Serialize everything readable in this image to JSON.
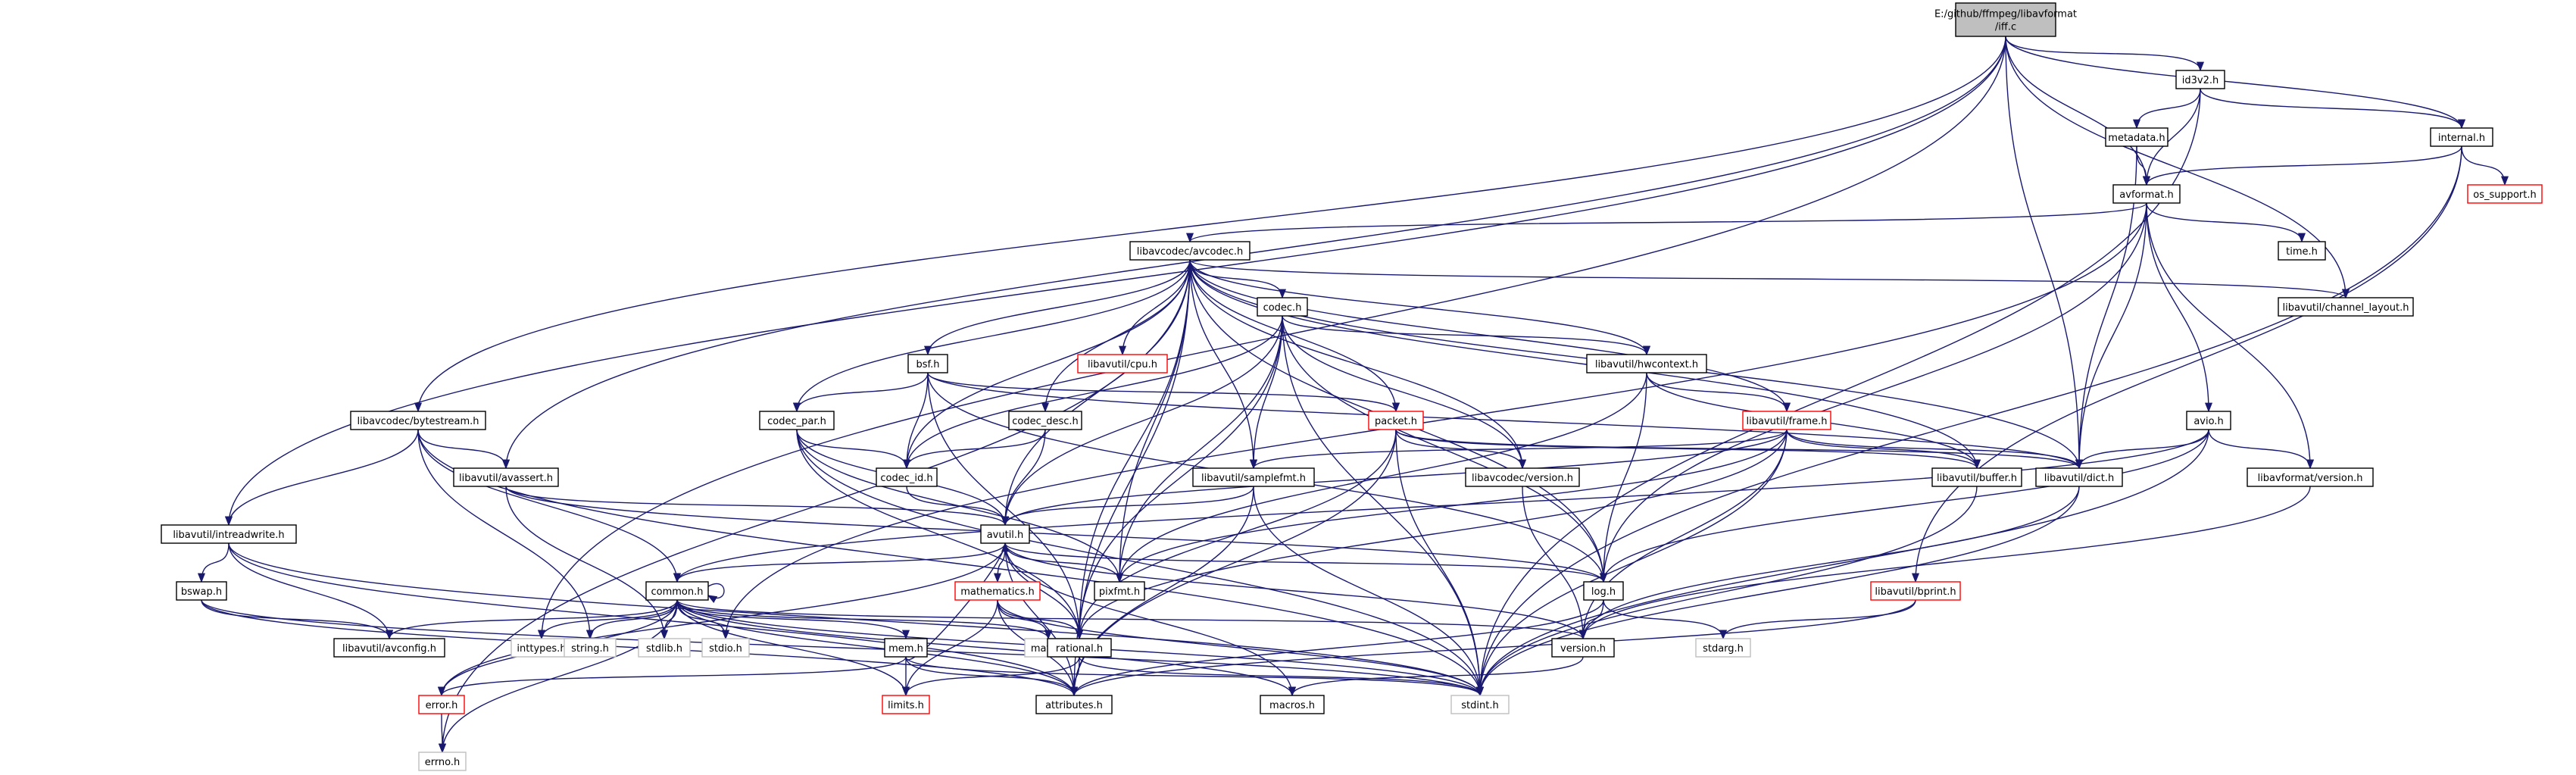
{
  "colors": {
    "edge": "#191970",
    "node_border": "#000000",
    "node_fill": "#ffffff",
    "root_fill": "#bfbfbf",
    "external_border": "#bfbfbf",
    "truncated_border": "#ff0000",
    "background": "#ffffff"
  },
  "nodes": {
    "root": {
      "lines": [
        "E:/github/ffmpeg/libavformat",
        "/iff.c"
      ],
      "style": "root"
    },
    "id3v2": {
      "lines": [
        "id3v2.h"
      ],
      "style": "normal"
    },
    "metadata": {
      "lines": [
        "metadata.h"
      ],
      "style": "normal"
    },
    "internal": {
      "lines": [
        "internal.h"
      ],
      "style": "normal"
    },
    "os_support": {
      "lines": [
        "os_support.h"
      ],
      "style": "truncated"
    },
    "avformat": {
      "lines": [
        "avformat.h"
      ],
      "style": "normal"
    },
    "avcodec": {
      "lines": [
        "libavcodec/avcodec.h"
      ],
      "style": "normal"
    },
    "time": {
      "lines": [
        "time.h"
      ],
      "style": "normal"
    },
    "channel_layout": {
      "lines": [
        "libavutil/channel_layout.h"
      ],
      "style": "normal"
    },
    "codec": {
      "lines": [
        "codec.h"
      ],
      "style": "normal"
    },
    "cpu": {
      "lines": [
        "libavutil/cpu.h"
      ],
      "style": "truncated"
    },
    "bsf": {
      "lines": [
        "bsf.h"
      ],
      "style": "normal"
    },
    "hwcontext": {
      "lines": [
        "libavutil/hwcontext.h"
      ],
      "style": "normal"
    },
    "bytestream": {
      "lines": [
        "libavcodec/bytestream.h"
      ],
      "style": "normal"
    },
    "codec_par": {
      "lines": [
        "codec_par.h"
      ],
      "style": "normal"
    },
    "codec_desc": {
      "lines": [
        "codec_desc.h"
      ],
      "style": "normal"
    },
    "packet": {
      "lines": [
        "packet.h"
      ],
      "style": "truncated"
    },
    "frame": {
      "lines": [
        "libavutil/frame.h"
      ],
      "style": "truncated"
    },
    "avio": {
      "lines": [
        "avio.h"
      ],
      "style": "normal"
    },
    "avassert": {
      "lines": [
        "libavutil/avassert.h"
      ],
      "style": "normal"
    },
    "codec_id": {
      "lines": [
        "codec_id.h"
      ],
      "style": "normal"
    },
    "samplefmt": {
      "lines": [
        "libavutil/samplefmt.h"
      ],
      "style": "normal"
    },
    "lavc_version": {
      "lines": [
        "libavcodec/version.h"
      ],
      "style": "normal"
    },
    "buffer": {
      "lines": [
        "libavutil/buffer.h"
      ],
      "style": "normal"
    },
    "dict": {
      "lines": [
        "libavutil/dict.h"
      ],
      "style": "normal"
    },
    "lavf_version": {
      "lines": [
        "libavformat/version.h"
      ],
      "style": "normal"
    },
    "intreadwrite": {
      "lines": [
        "libavutil/intreadwrite.h"
      ],
      "style": "normal"
    },
    "avutil": {
      "lines": [
        "avutil.h"
      ],
      "style": "normal"
    },
    "bswap": {
      "lines": [
        "bswap.h"
      ],
      "style": "normal"
    },
    "common": {
      "lines": [
        "common.h"
      ],
      "style": "normal"
    },
    "mathematics": {
      "lines": [
        "mathematics.h"
      ],
      "style": "truncated"
    },
    "pixfmt": {
      "lines": [
        "pixfmt.h"
      ],
      "style": "normal"
    },
    "log": {
      "lines": [
        "log.h"
      ],
      "style": "normal"
    },
    "bprint": {
      "lines": [
        "libavutil/bprint.h"
      ],
      "style": "truncated"
    },
    "avconfig": {
      "lines": [
        "libavutil/avconfig.h"
      ],
      "style": "normal"
    },
    "inttypes": {
      "lines": [
        "inttypes.h"
      ],
      "style": "external"
    },
    "string": {
      "lines": [
        "string.h"
      ],
      "style": "external"
    },
    "stdlib": {
      "lines": [
        "stdlib.h"
      ],
      "style": "external"
    },
    "stdio": {
      "lines": [
        "stdio.h"
      ],
      "style": "external"
    },
    "math": {
      "lines": [
        "math.h"
      ],
      "style": "external"
    },
    "rational": {
      "lines": [
        "rational.h"
      ],
      "style": "normal"
    },
    "version": {
      "lines": [
        "version.h"
      ],
      "style": "normal"
    },
    "stdarg": {
      "lines": [
        "stdarg.h"
      ],
      "style": "external"
    },
    "mem": {
      "lines": [
        "mem.h"
      ],
      "style": "normal"
    },
    "error": {
      "lines": [
        "error.h"
      ],
      "style": "truncated"
    },
    "limits": {
      "lines": [
        "limits.h"
      ],
      "style": "truncated"
    },
    "attributes": {
      "lines": [
        "attributes.h"
      ],
      "style": "normal"
    },
    "macros": {
      "lines": [
        "macros.h"
      ],
      "style": "normal"
    },
    "stdint": {
      "lines": [
        "stdint.h"
      ],
      "style": "external"
    },
    "errno": {
      "lines": [
        "errno.h"
      ],
      "style": "external"
    }
  },
  "edges": [
    [
      "root",
      "id3v2"
    ],
    [
      "root",
      "internal"
    ],
    [
      "root",
      "avformat"
    ],
    [
      "root",
      "dict"
    ],
    [
      "root",
      "channel_layout"
    ],
    [
      "root",
      "intreadwrite"
    ],
    [
      "root",
      "bytestream"
    ],
    [
      "root",
      "avassert"
    ],
    [
      "root",
      "inttypes"
    ],
    [
      "id3v2",
      "metadata"
    ],
    [
      "id3v2",
      "internal"
    ],
    [
      "id3v2",
      "avformat"
    ],
    [
      "id3v2",
      "stdint"
    ],
    [
      "metadata",
      "avformat"
    ],
    [
      "metadata",
      "dict"
    ],
    [
      "internal",
      "os_support"
    ],
    [
      "internal",
      "avformat"
    ],
    [
      "internal",
      "bprint"
    ],
    [
      "internal",
      "stdint"
    ],
    [
      "avformat",
      "avcodec"
    ],
    [
      "avformat",
      "time"
    ],
    [
      "avformat",
      "avio"
    ],
    [
      "avformat",
      "lavf_version"
    ],
    [
      "avformat",
      "dict"
    ],
    [
      "avformat",
      "log"
    ],
    [
      "avformat",
      "stdio"
    ],
    [
      "avcodec",
      "channel_layout"
    ],
    [
      "avcodec",
      "codec"
    ],
    [
      "avcodec",
      "cpu"
    ],
    [
      "avcodec",
      "bsf"
    ],
    [
      "avcodec",
      "hwcontext"
    ],
    [
      "avcodec",
      "codec_par"
    ],
    [
      "avcodec",
      "codec_desc"
    ],
    [
      "avcodec",
      "packet"
    ],
    [
      "avcodec",
      "frame"
    ],
    [
      "avcodec",
      "codec_id"
    ],
    [
      "avcodec",
      "samplefmt"
    ],
    [
      "avcodec",
      "lavc_version"
    ],
    [
      "avcodec",
      "buffer"
    ],
    [
      "avcodec",
      "dict"
    ],
    [
      "avcodec",
      "avutil"
    ],
    [
      "avcodec",
      "log"
    ],
    [
      "avcodec",
      "pixfmt"
    ],
    [
      "avcodec",
      "rational"
    ],
    [
      "avcodec",
      "attributes"
    ],
    [
      "avcodec",
      "errno"
    ],
    [
      "codec",
      "hwcontext"
    ],
    [
      "codec",
      "codec_id"
    ],
    [
      "codec",
      "samplefmt"
    ],
    [
      "codec",
      "lavc_version"
    ],
    [
      "codec",
      "avutil"
    ],
    [
      "codec",
      "pixfmt"
    ],
    [
      "codec",
      "log"
    ],
    [
      "codec",
      "rational"
    ],
    [
      "codec",
      "stdint"
    ],
    [
      "bsf",
      "codec_par"
    ],
    [
      "bsf",
      "codec_id"
    ],
    [
      "bsf",
      "packet"
    ],
    [
      "bsf",
      "dict"
    ],
    [
      "bsf",
      "log"
    ],
    [
      "bsf",
      "rational"
    ],
    [
      "hwcontext",
      "frame"
    ],
    [
      "hwcontext",
      "buffer"
    ],
    [
      "hwcontext",
      "pixfmt"
    ],
    [
      "hwcontext",
      "log"
    ],
    [
      "bytestream",
      "avassert"
    ],
    [
      "bytestream",
      "intreadwrite"
    ],
    [
      "bytestream",
      "common"
    ],
    [
      "bytestream",
      "string"
    ],
    [
      "bytestream",
      "stdint"
    ],
    [
      "codec_par",
      "codec_id"
    ],
    [
      "codec_par",
      "avutil"
    ],
    [
      "codec_par",
      "pixfmt"
    ],
    [
      "codec_par",
      "rational"
    ],
    [
      "codec_par",
      "stdint"
    ],
    [
      "codec_desc",
      "codec_id"
    ],
    [
      "codec_desc",
      "avutil"
    ],
    [
      "packet",
      "lavc_version"
    ],
    [
      "packet",
      "buffer"
    ],
    [
      "packet",
      "dict"
    ],
    [
      "packet",
      "rational"
    ],
    [
      "packet",
      "attributes"
    ],
    [
      "packet",
      "stdint"
    ],
    [
      "frame",
      "avutil"
    ],
    [
      "frame",
      "buffer"
    ],
    [
      "frame",
      "dict"
    ],
    [
      "frame",
      "rational"
    ],
    [
      "frame",
      "samplefmt"
    ],
    [
      "frame",
      "pixfmt"
    ],
    [
      "frame",
      "version"
    ],
    [
      "frame",
      "stdint"
    ],
    [
      "avio",
      "dict"
    ],
    [
      "avio",
      "lavf_version"
    ],
    [
      "avio",
      "log"
    ],
    [
      "avio",
      "common"
    ],
    [
      "avio",
      "stdint"
    ],
    [
      "avassert",
      "avutil"
    ],
    [
      "avassert",
      "log"
    ],
    [
      "avassert",
      "stdlib"
    ],
    [
      "codec_id",
      "avutil"
    ],
    [
      "samplefmt",
      "avutil"
    ],
    [
      "samplefmt",
      "attributes"
    ],
    [
      "samplefmt",
      "stdint"
    ],
    [
      "lavc_version",
      "version"
    ],
    [
      "buffer",
      "stdint"
    ],
    [
      "dict",
      "stdint"
    ],
    [
      "dict",
      "version"
    ],
    [
      "lavf_version",
      "version"
    ],
    [
      "intreadwrite",
      "bswap"
    ],
    [
      "intreadwrite",
      "avconfig"
    ],
    [
      "intreadwrite",
      "attributes"
    ],
    [
      "intreadwrite",
      "stdint"
    ],
    [
      "avutil",
      "common"
    ],
    [
      "avutil",
      "mathematics"
    ],
    [
      "avutil",
      "pixfmt"
    ],
    [
      "avutil",
      "log"
    ],
    [
      "avutil",
      "rational"
    ],
    [
      "avutil",
      "version"
    ],
    [
      "avutil",
      "macros"
    ],
    [
      "avutil",
      "attributes"
    ],
    [
      "avutil",
      "error"
    ],
    [
      "bswap",
      "avconfig"
    ],
    [
      "bswap",
      "attributes"
    ],
    [
      "bswap",
      "stdint"
    ],
    [
      "common",
      "avconfig"
    ],
    [
      "common",
      "inttypes"
    ],
    [
      "common",
      "string"
    ],
    [
      "common",
      "stdlib"
    ],
    [
      "common",
      "stdio"
    ],
    [
      "common",
      "math"
    ],
    [
      "common",
      "limits"
    ],
    [
      "common",
      "errno"
    ],
    [
      "common",
      "mem"
    ],
    [
      "common",
      "error"
    ],
    [
      "common",
      "attributes"
    ],
    [
      "common",
      "macros"
    ],
    [
      "common",
      "version"
    ],
    [
      "common",
      "stdint"
    ],
    [
      "common",
      "common"
    ],
    [
      "mathematics",
      "rational"
    ],
    [
      "mathematics",
      "math"
    ],
    [
      "mathematics",
      "attributes"
    ],
    [
      "mathematics",
      "limits"
    ],
    [
      "mathematics",
      "stdint"
    ],
    [
      "log",
      "version"
    ],
    [
      "log",
      "stdarg"
    ],
    [
      "log",
      "attributes"
    ],
    [
      "bprint",
      "stdarg"
    ],
    [
      "bprint",
      "attributes"
    ],
    [
      "rational",
      "attributes"
    ],
    [
      "rational",
      "limits"
    ],
    [
      "rational",
      "stdint"
    ],
    [
      "version",
      "macros"
    ],
    [
      "mem",
      "error"
    ],
    [
      "mem",
      "limits"
    ],
    [
      "mem",
      "attributes"
    ],
    [
      "mem",
      "avutil"
    ],
    [
      "mem",
      "stdint"
    ],
    [
      "error",
      "errno"
    ]
  ]
}
